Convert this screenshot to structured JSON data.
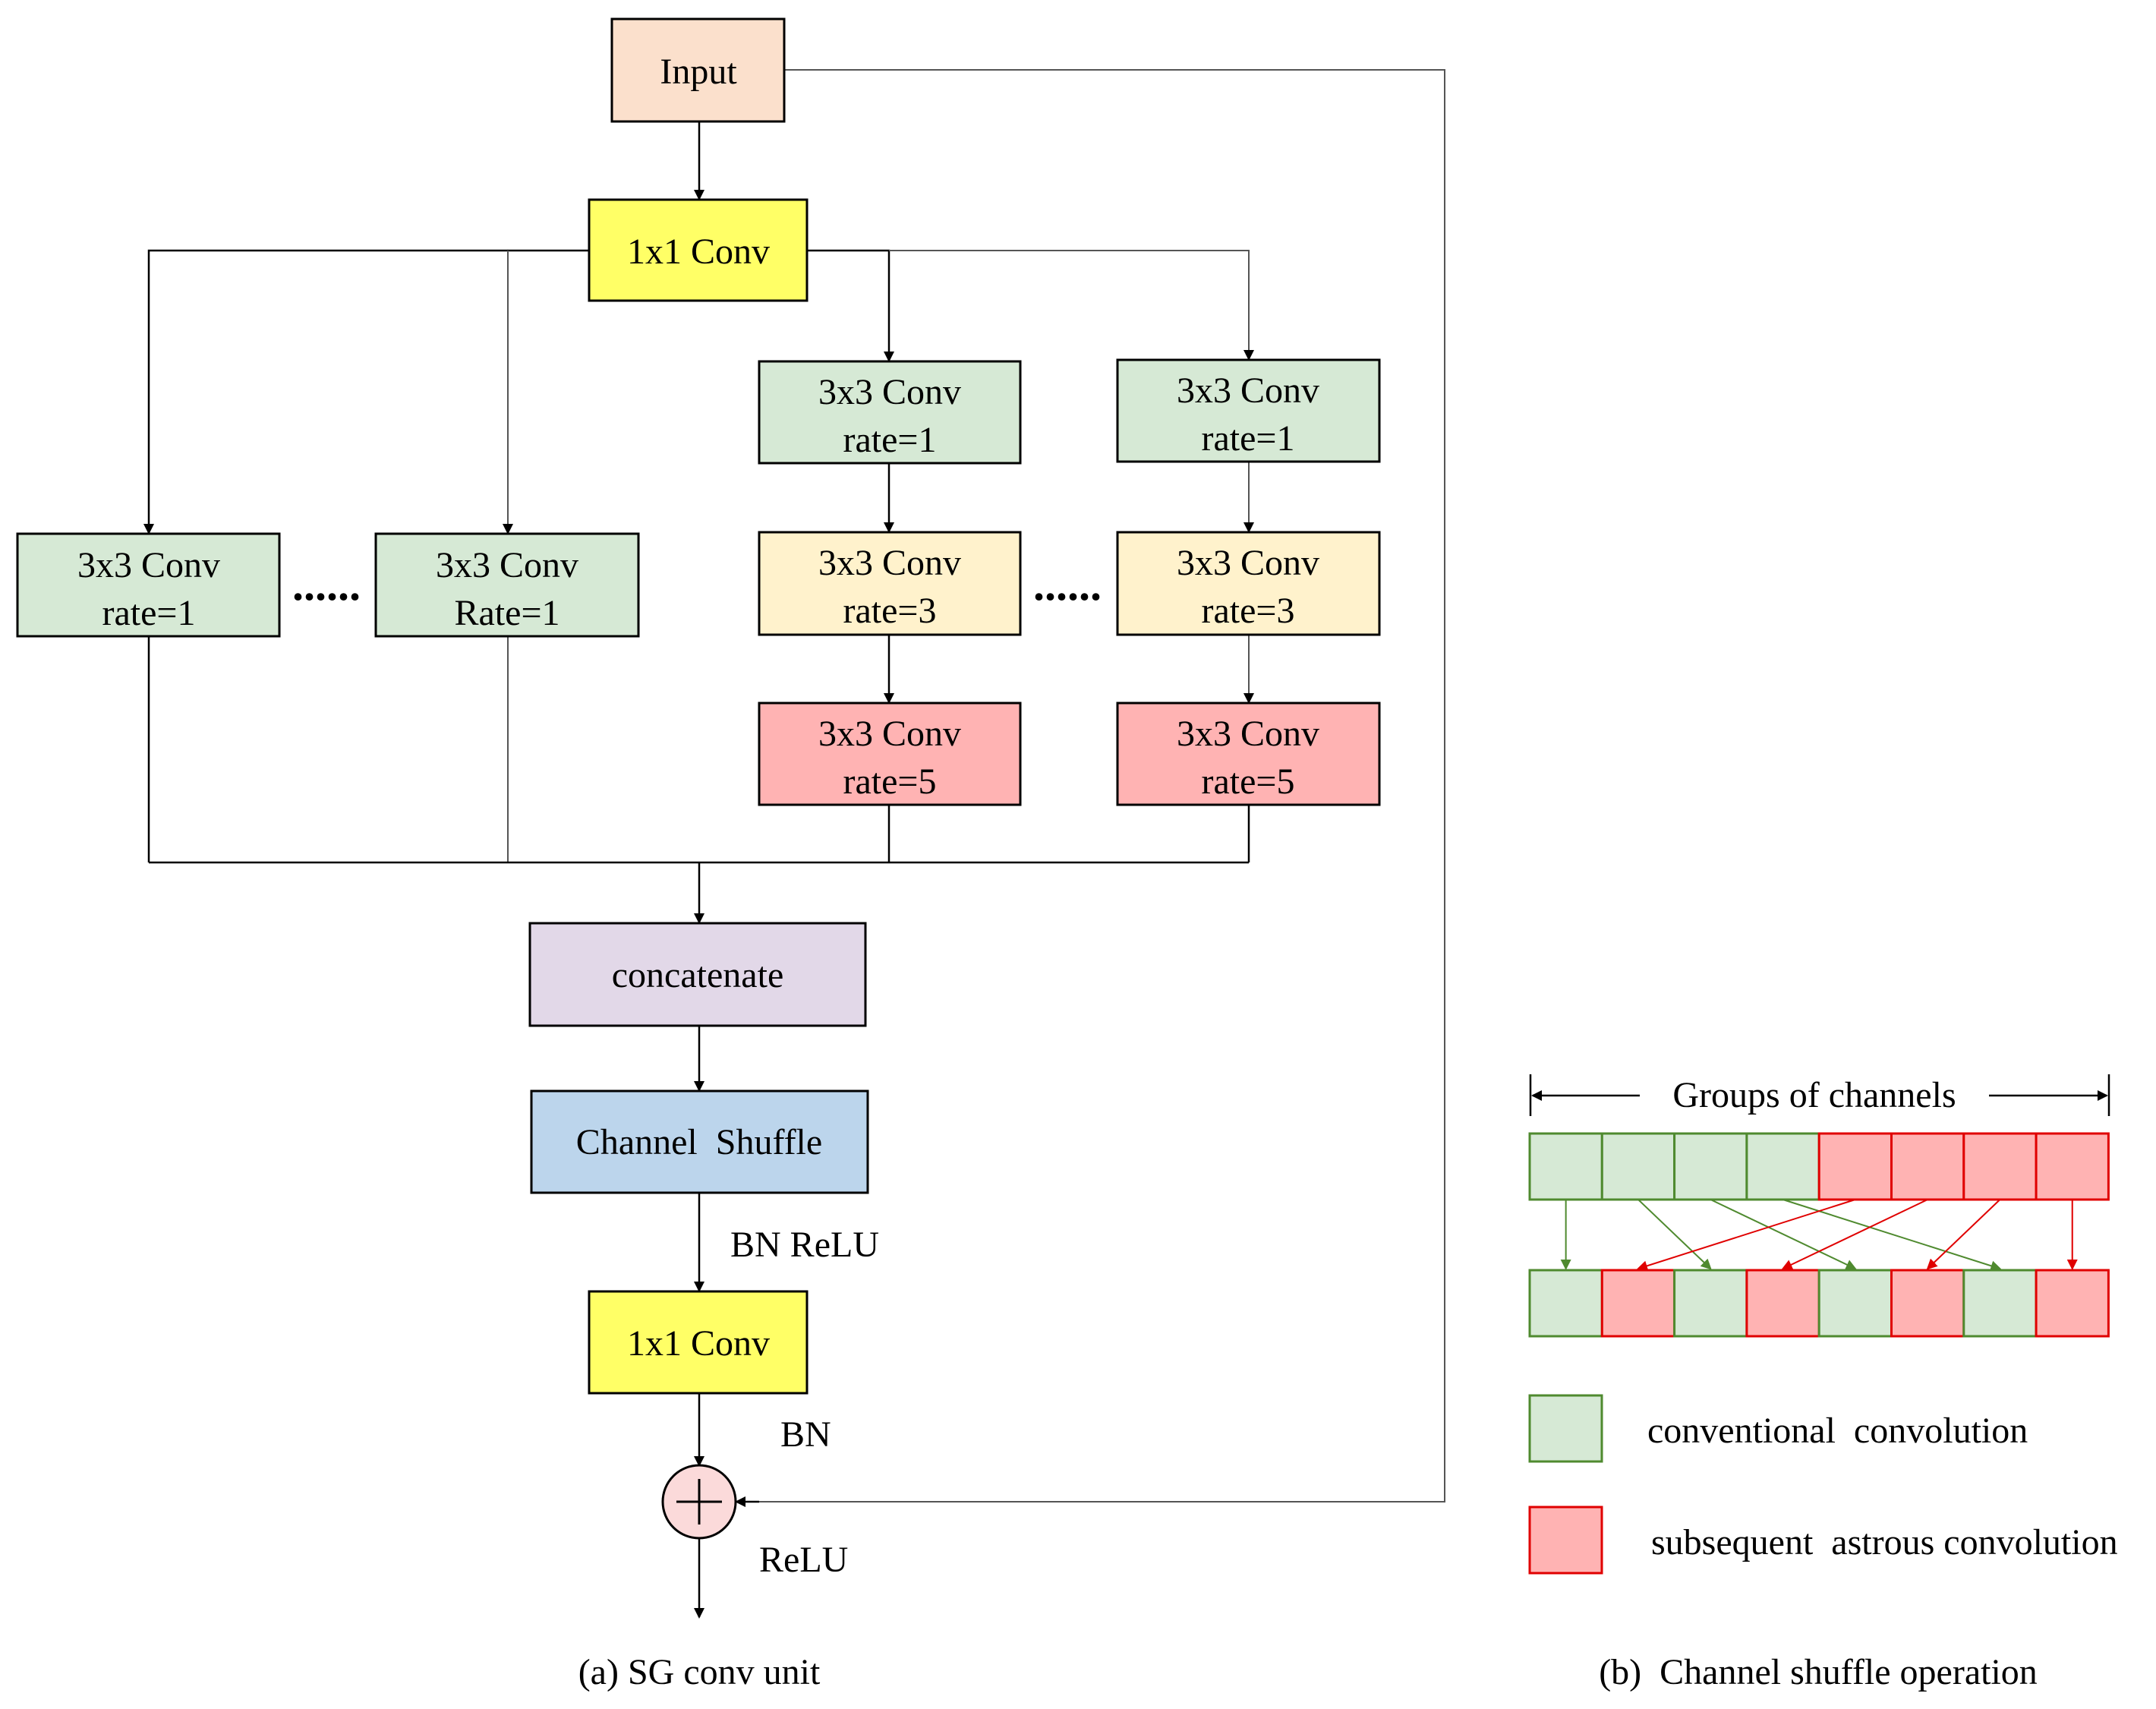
{
  "panel_a": {
    "caption": "(a) SG conv unit",
    "input": "Input",
    "conv1x1_top": "1x1 Conv",
    "branch_left_1": {
      "line1": "3x3 Conv",
      "line2": "rate=1"
    },
    "branch_left_2": {
      "line1": "3x3 Conv",
      "line2": "Rate=1"
    },
    "branch_right_1": {
      "r1a": "3x3 Conv",
      "r1b": "rate=1",
      "r3a": "3x3 Conv",
      "r3b": "rate=3",
      "r5a": "3x3 Conv",
      "r5b": "rate=5"
    },
    "branch_right_2": {
      "r1a": "3x3 Conv",
      "r1b": "rate=1",
      "r3a": "3x3 Conv",
      "r3b": "rate=3",
      "r5a": "3x3 Conv",
      "r5b": "rate=5"
    },
    "ellipsis": "......",
    "concatenate": "concatenate",
    "channel_shuffle": "Channel  Shuffle",
    "bn_relu": "BN ReLU",
    "conv1x1_bottom": "1x1 Conv",
    "bn": "BN",
    "relu": "ReLU"
  },
  "panel_b": {
    "caption": "(b)  Channel shuffle operation",
    "groups_label": "Groups of channels",
    "top_row": [
      "green",
      "green",
      "green",
      "green",
      "red",
      "red",
      "red",
      "red"
    ],
    "bottom_row": [
      "green",
      "red",
      "green",
      "red",
      "green",
      "red",
      "green",
      "red"
    ],
    "legend_green": "conventional  convolution",
    "legend_red": "subsequent  astrous convolution"
  },
  "colors": {
    "input": "#fbe0cc",
    "conv1x1": "#ffff66",
    "green": "#d6e9d5",
    "yellow": "#fff2cc",
    "red": "#ffb3b3",
    "purple": "#e2d8e8",
    "blue": "#bcd5ec",
    "plus": "#fbdada",
    "green_stroke": "#4f8a2f",
    "red_stroke": "#e00000"
  }
}
